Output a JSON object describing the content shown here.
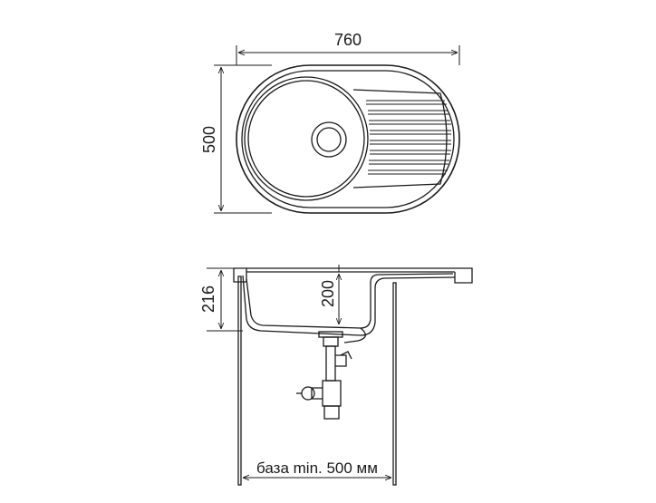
{
  "top_view": {
    "width_label": "760",
    "height_label": "500"
  },
  "side_view": {
    "depth_total_label": "216",
    "bowl_depth_label": "200",
    "base_label": "база min. 500 мм"
  },
  "colors": {
    "line": "#1a1a1a",
    "background": "#ffffff"
  }
}
